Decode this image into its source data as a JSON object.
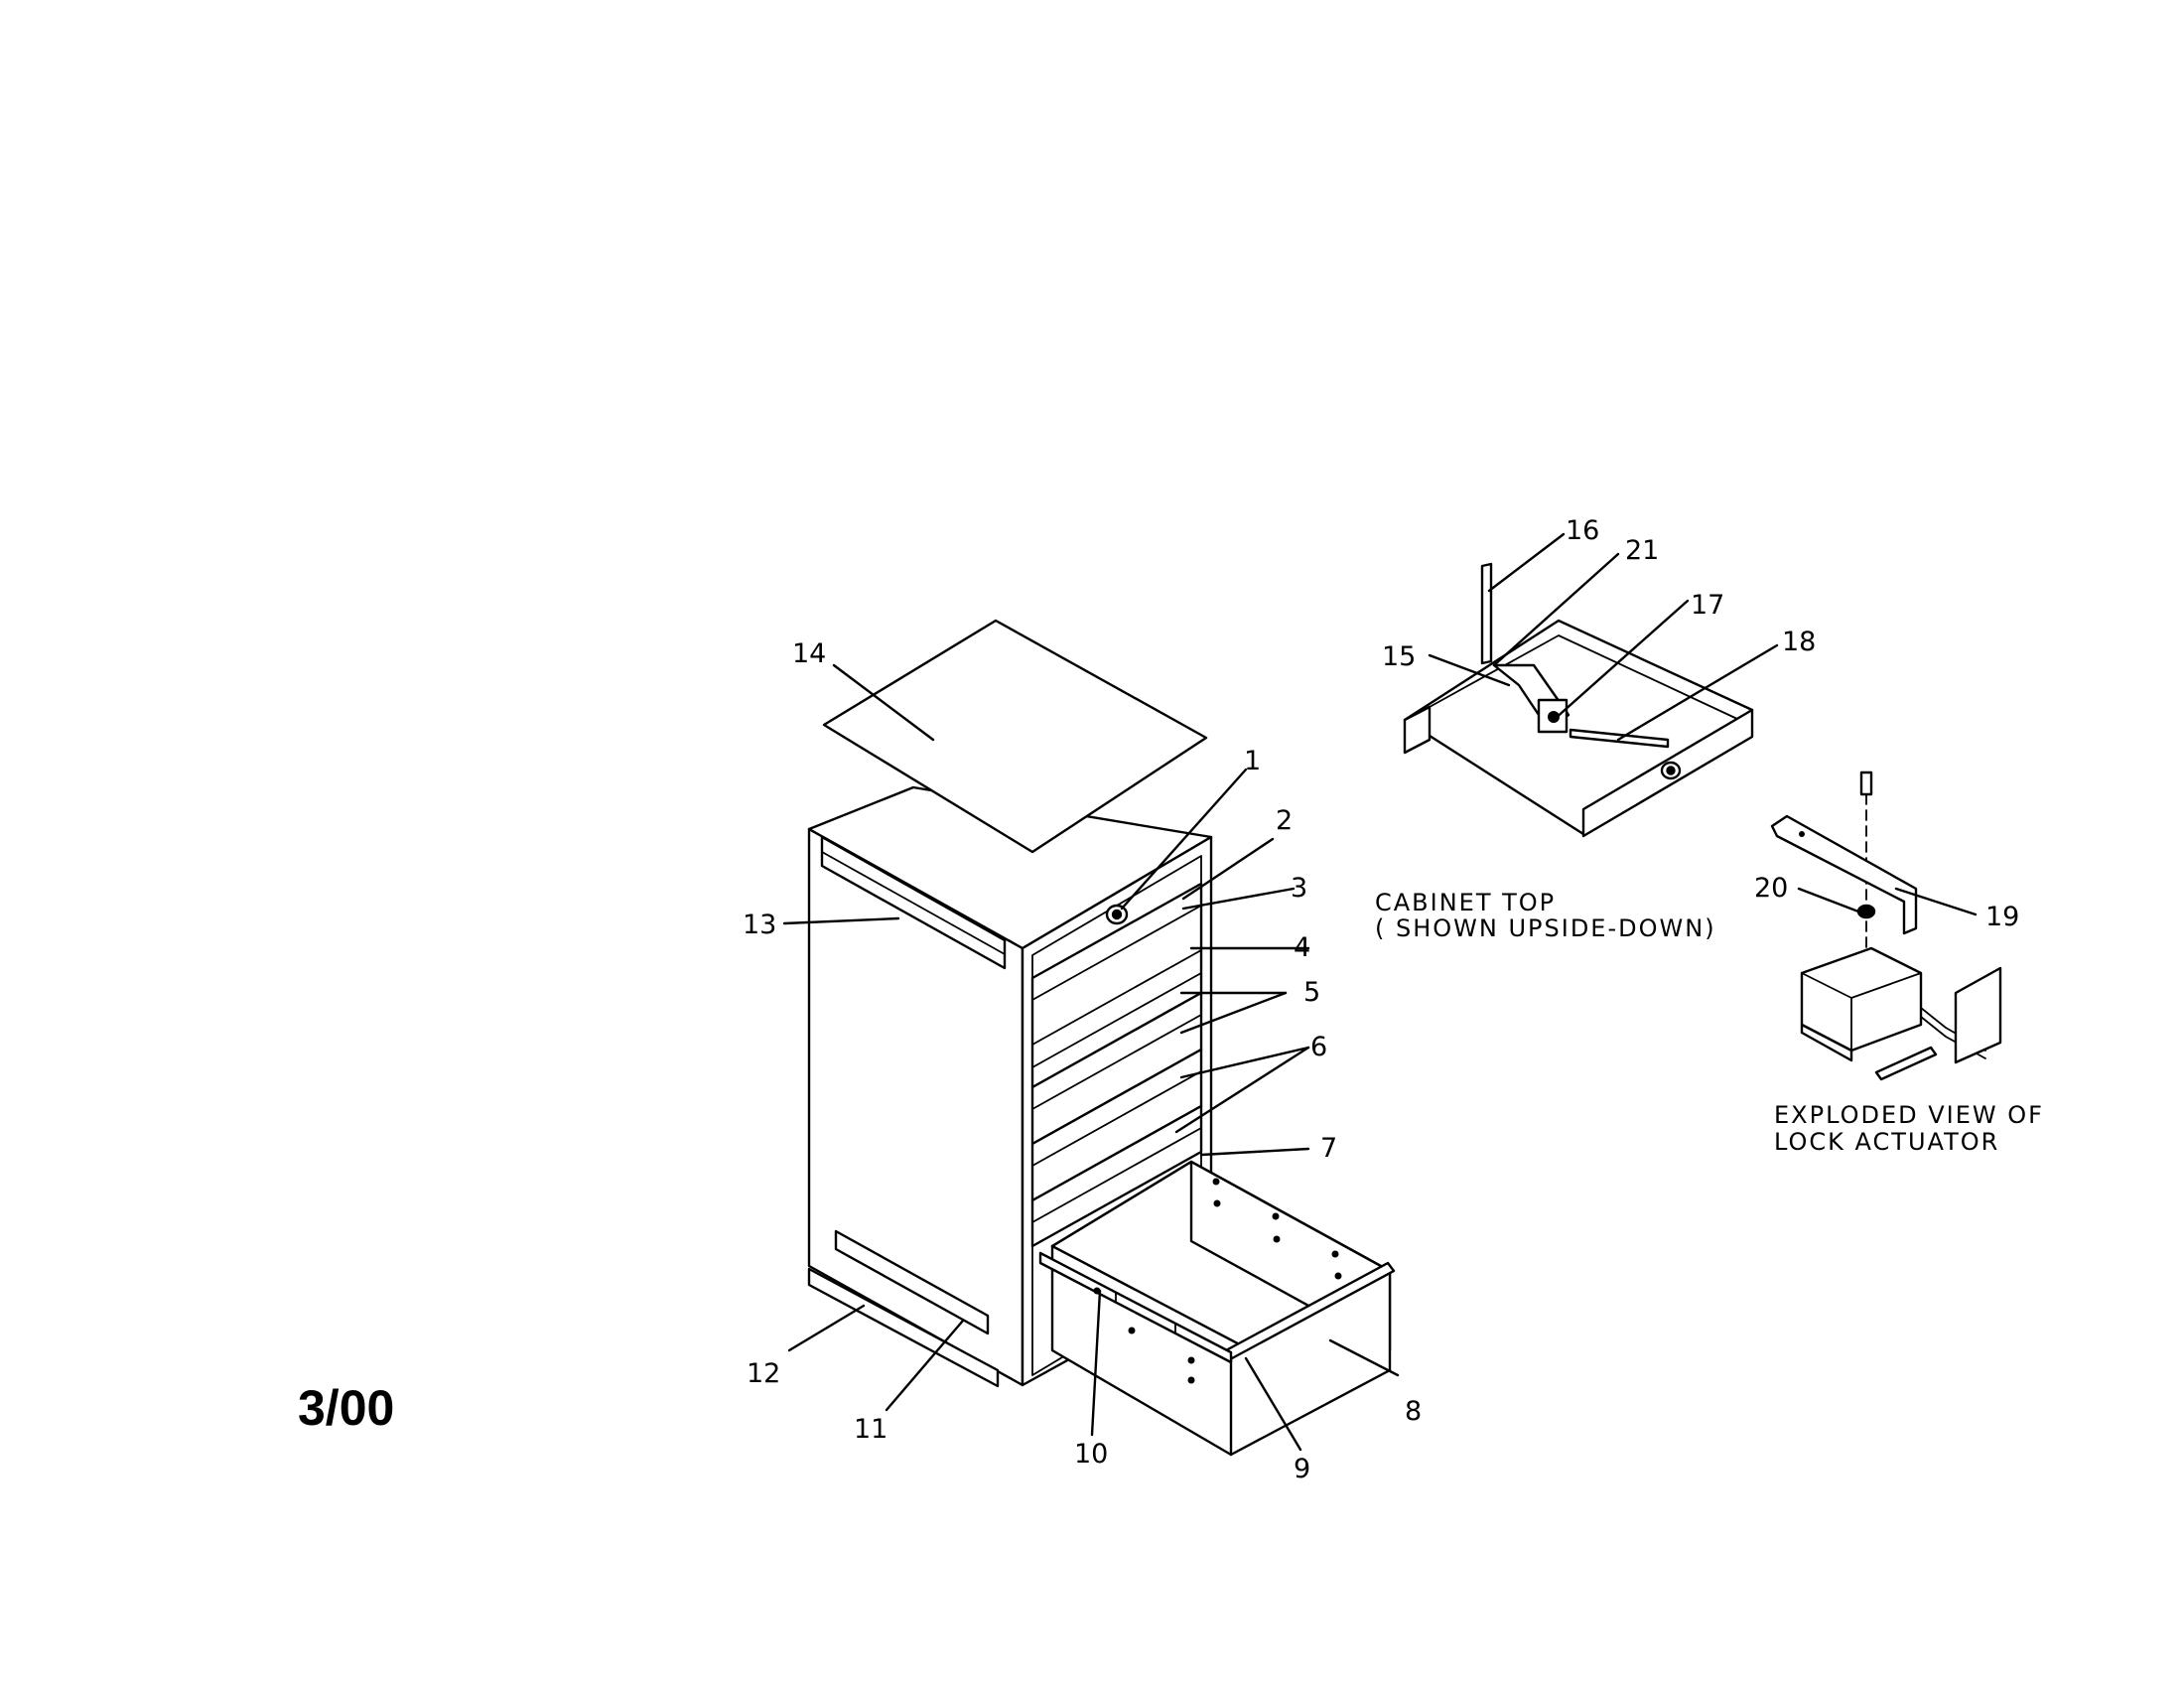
{
  "date_code": "3/00",
  "captions": {
    "cabinet_top_line1": "CABINET TOP",
    "cabinet_top_line2": "( SHOWN UPSIDE-DOWN)",
    "exploded_line1": "EXPLODED VIEW OF",
    "exploded_line2": "LOCK ACTUATOR"
  },
  "part_numbers": {
    "p1": "1",
    "p2": "2",
    "p3": "3",
    "p4": "4",
    "p5": "5",
    "p6": "6",
    "p7": "7",
    "p8": "8",
    "p9": "9",
    "p10": "10",
    "p11": "11",
    "p12": "12",
    "p13": "13",
    "p14": "14",
    "p15": "15",
    "p16": "16",
    "p17": "17",
    "p18": "18",
    "p19": "19",
    "p20": "20",
    "p21": "21"
  }
}
